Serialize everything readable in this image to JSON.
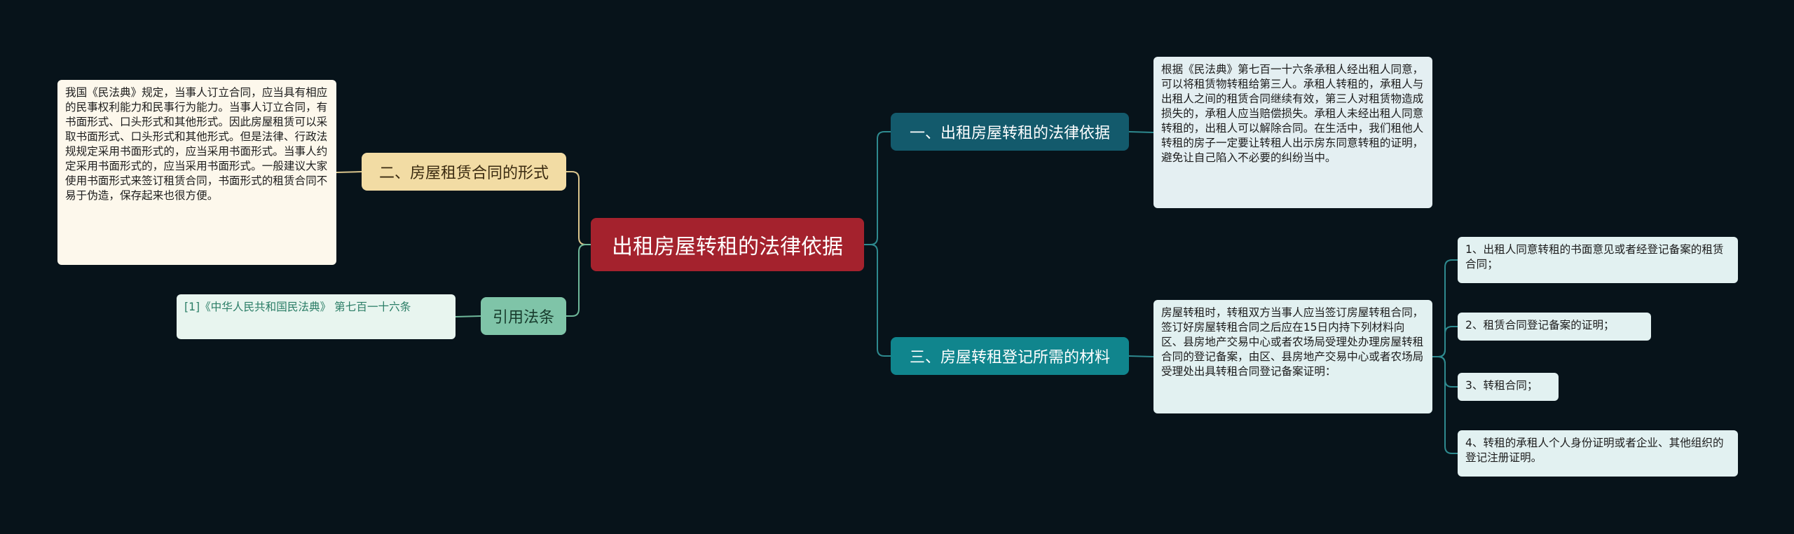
{
  "root": {
    "label": "出租房屋转租的法律依据"
  },
  "branches": {
    "law_basis": {
      "label": "一、出租房屋转租的法律依据"
    },
    "contract_form": {
      "label": "二、房屋租赁合同的形式"
    },
    "registration_materials": {
      "label": "三、房屋转租登记所需的材料"
    },
    "citation": {
      "label": "引用法条"
    }
  },
  "leaves": {
    "civil_code_form": "我国《民法典》规定，当事人订立合同，应当具有相应的民事权利能力和民事行为能力。当事人订立合同，有书面形式、口头形式和其他形式。因此房屋租赁可以采取书面形式、口头形式和其他形式。但是法律、行政法规规定采用书面形式的，应当采用书面形式。当事人约定采用书面形式的，应当采用书面形式。一般建议大家使用书面形式来签订租赁合同，书面形式的租赁合同不易于伪造，保存起来也很方便。",
    "citation_text": "[1]《中华人民共和国民法典》 第七百一十六条",
    "law_basis_text": "根据《民法典》第七百一十六条承租人经出租人同意，可以将租赁物转租给第三人。承租人转租的，承租人与出租人之间的租赁合同继续有效，第三人对租赁物造成损失的，承租人应当赔偿损失。承租人未经出租人同意转租的，出租人可以解除合同。在生活中，我们租他人转租的房子一定要让转租人出示房东同意转租的证明，避免让自己陷入不必要的纠纷当中。",
    "registration_text": "房屋转租时，转租双方当事人应当签订房屋转租合同，签订好房屋转租合同之后应在15日内持下列材料向区、县房地产交易中心或者农场局受理处办理房屋转租合同的登记备案，由区、县房地产交易中心或者农场局受理处出具转租合同登记备案证明：",
    "material_1": "1、出租人同意转租的书面意见或者经登记备案的租赁合同；",
    "material_2": "2、租赁合同登记备案的证明；",
    "material_3": "3、转租合同；",
    "material_4": "4、转租的承租人个人身份证明或者企业、其他组织的登记注册证明。"
  },
  "colors": {
    "background": "#07131a",
    "root": "#a4222d",
    "law_basis": "#135a6c",
    "registration": "#10858d",
    "contract_form": "#f2dca4",
    "citation": "#7fc4a8"
  }
}
